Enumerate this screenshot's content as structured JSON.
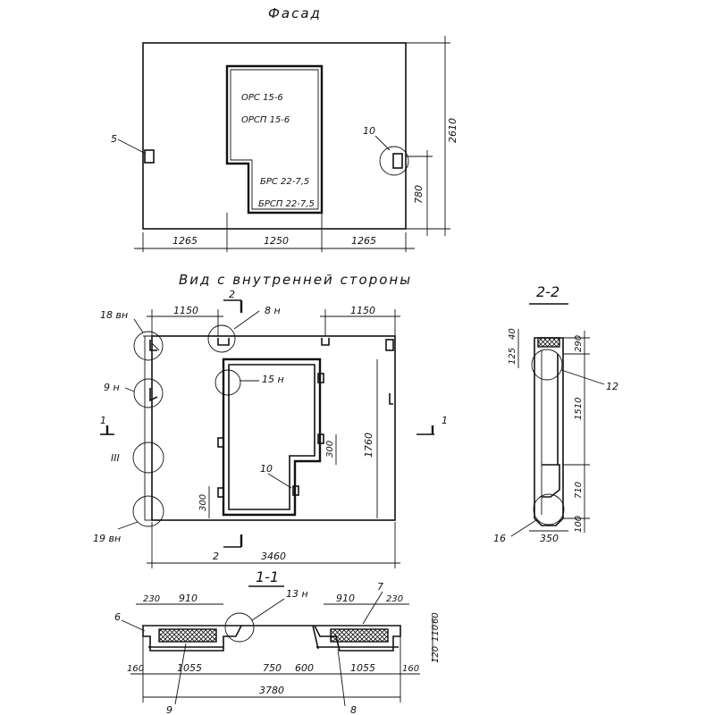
{
  "facade": {
    "title": "Фасад",
    "opening_labels": [
      "ОРС 15-6",
      "ОРСП 15-6",
      "БРС 22-7,5",
      "БРСП 22-7,5"
    ],
    "marks": {
      "left": "5",
      "right": "10"
    },
    "dims": {
      "left": "1265",
      "middle": "1250",
      "right": "1265",
      "height": "2610",
      "sill": "780"
    }
  },
  "inner_view": {
    "title": "Вид с внутренней стороны",
    "section_mark": "2",
    "marks": {
      "top_left": "18 вн",
      "top_mid": "8 н",
      "mid_left": "9 н",
      "roman": "III",
      "bottom_left": "19 вн",
      "inner_top": "15 н",
      "inner_bottom": "10"
    },
    "section1_mark": "1",
    "dims": {
      "top_left": "1150",
      "top_right": "1150",
      "height": "1760",
      "step": "300",
      "left_step": "300",
      "width": "3460"
    }
  },
  "section_2_2": {
    "title": "2-2",
    "marks": {
      "top": "12",
      "bottom": "16"
    },
    "dims": {
      "top_thin": "40",
      "top_left": "125",
      "top_right": "290",
      "middle": "1510",
      "lower": "710",
      "bottom": "100",
      "width": "350"
    }
  },
  "section_1_1": {
    "title": "1-1",
    "marks": {
      "center": "13 н",
      "top_right": "7",
      "left": "6",
      "bottom_left": "9",
      "bottom_right": "8"
    },
    "dims": {
      "top_l_edge": "230",
      "top_l": "910",
      "top_r": "910",
      "top_r_edge": "230",
      "h1": "60",
      "h2": "110",
      "h3": "120",
      "b_l_edge": "160",
      "b_l": "1055",
      "b_m": "750",
      "b_m2": "600",
      "b_r": "1055",
      "b_r_edge": "160",
      "total": "3780"
    }
  }
}
